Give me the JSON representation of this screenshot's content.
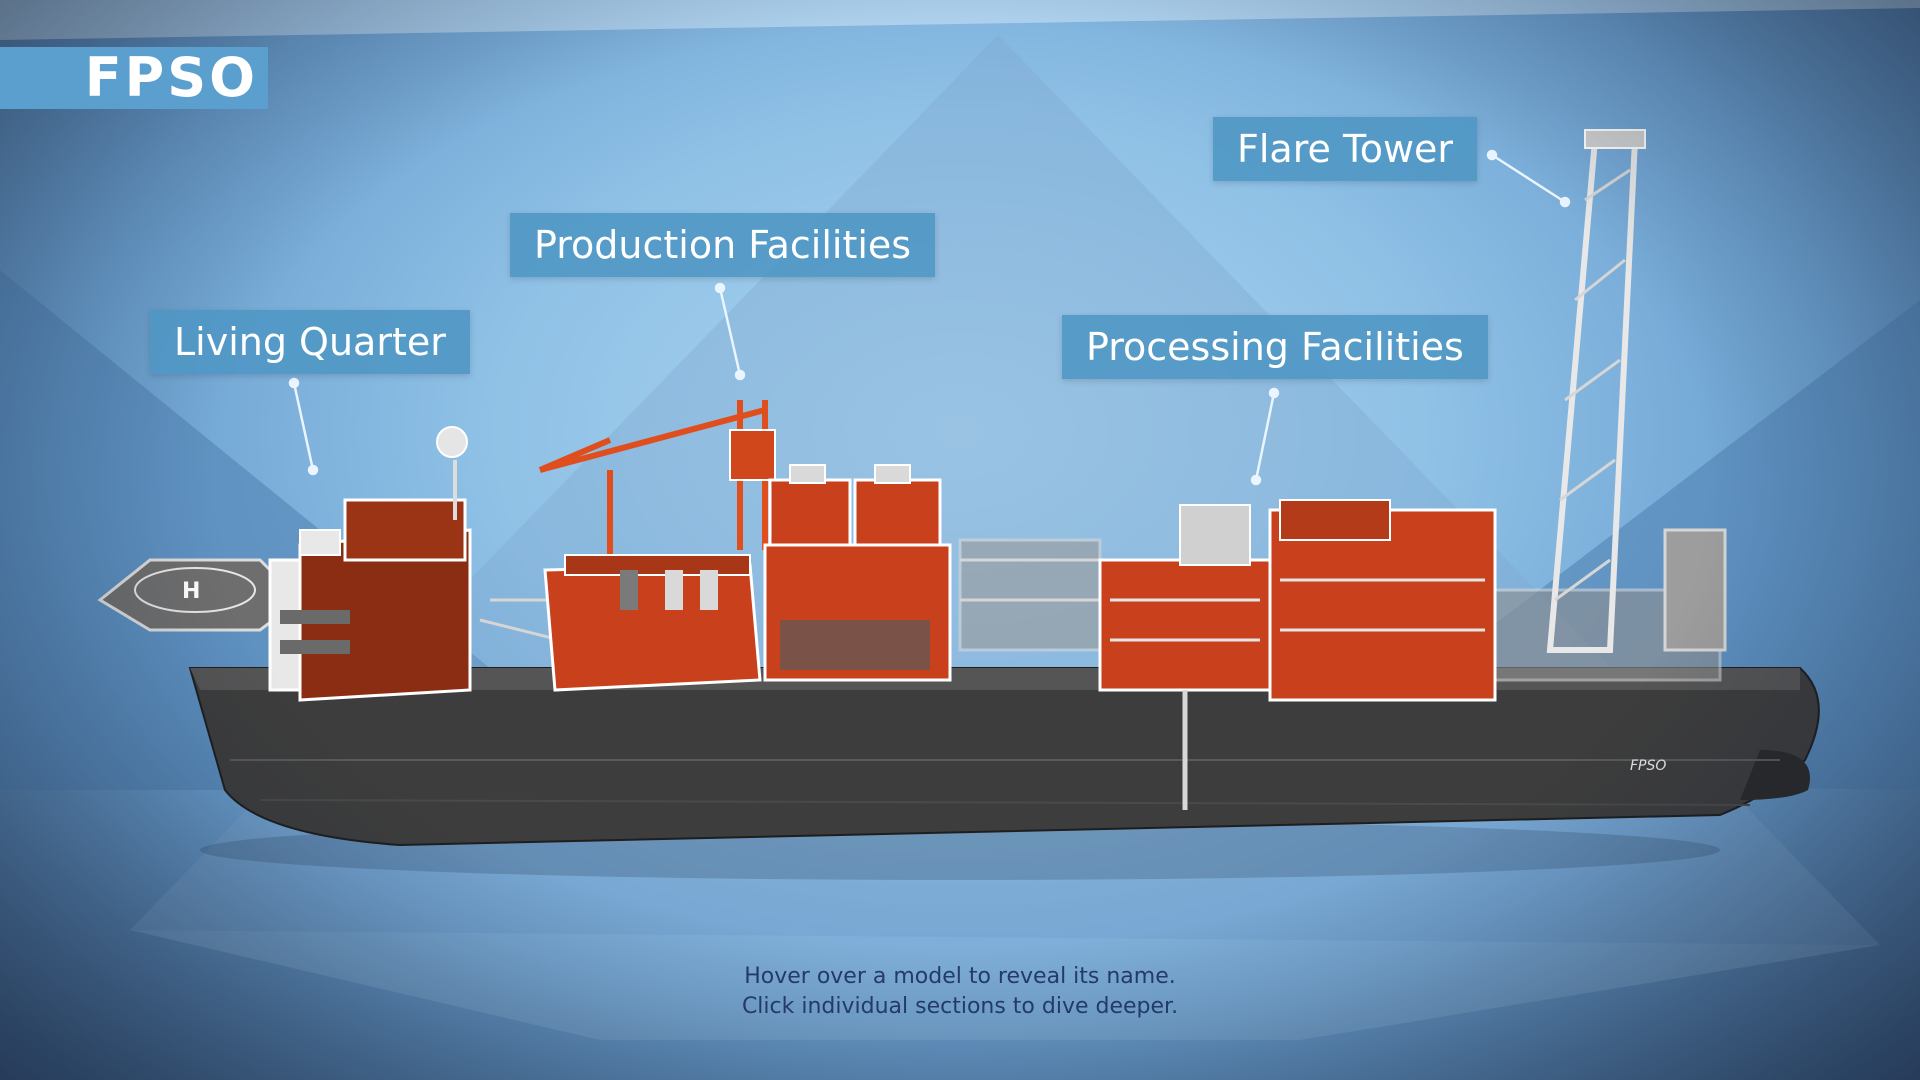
{
  "app": {
    "title": "FPSO"
  },
  "labels": {
    "living_quarter": "Living Quarter",
    "production_facilities": "Production Facilities",
    "processing_facilities": "Processing Facilities",
    "flare_tower": "Flare Tower"
  },
  "ship": {
    "hull_marking": "FPSO",
    "helideck_marking": "H"
  },
  "hint": {
    "line1": "Hover over a model to reveal its name.",
    "line2": "Click individual sections to dive deeper."
  },
  "colors": {
    "label_bg": "#4e96c4",
    "module_orange": "#c8411c",
    "hull_gray": "#3a3a3a",
    "hint_text": "#233a6a"
  }
}
